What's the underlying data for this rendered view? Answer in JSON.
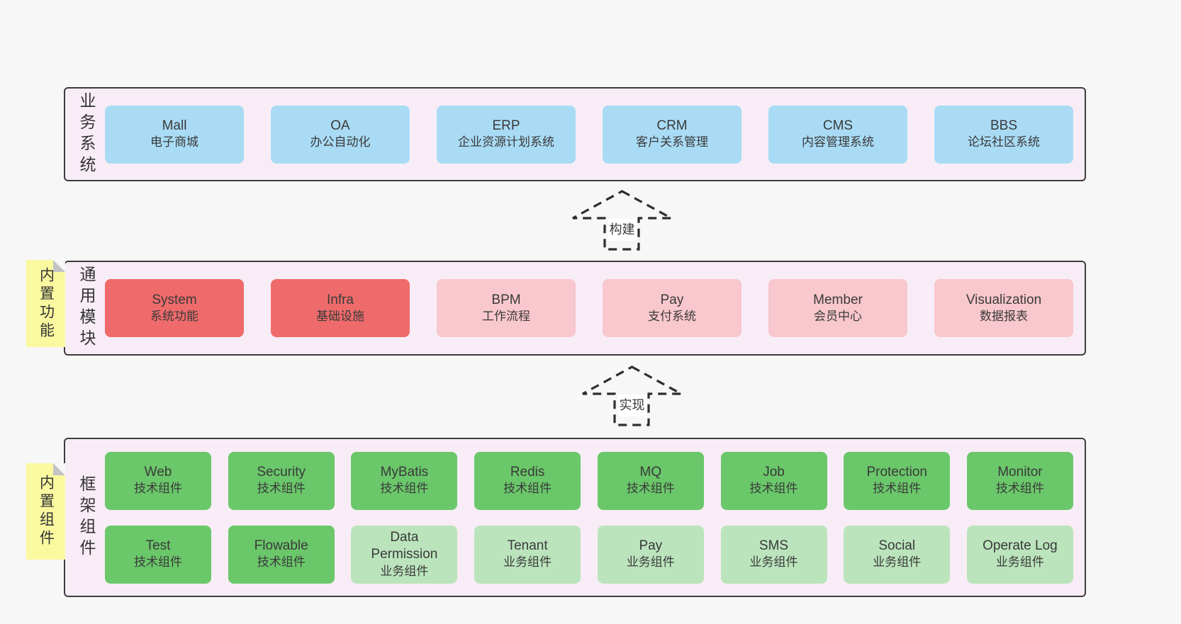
{
  "diagram": {
    "background": "#f7f7f7",
    "colors": {
      "layer_background": "#f8edf6",
      "layer_border": "#3d3d3d",
      "blue_box": "#a9dbf5",
      "red_box": "#ef6b6b",
      "pink_box": "#f9c7ce",
      "green_box": "#6ac76a",
      "light_green_box": "#bbe4bc",
      "sticky_note": "#fbf9a0",
      "sticky_fold": "#c3c3c5",
      "text": "#3a3a3a"
    }
  },
  "arrows": [
    {
      "label": "构建"
    },
    {
      "label": "实现"
    }
  ],
  "layers": [
    {
      "label": "业务系统",
      "boxes": [
        {
          "name": "Mall",
          "sub": "电子商城"
        },
        {
          "name": "OA",
          "sub": "办公自动化"
        },
        {
          "name": "ERP",
          "sub": "企业资源计划系统"
        },
        {
          "name": "CRM",
          "sub": "客户关系管理"
        },
        {
          "name": "CMS",
          "sub": "内容管理系统"
        },
        {
          "name": "BBS",
          "sub": "论坛社区系统"
        }
      ]
    },
    {
      "label": "通用模块",
      "sticky": "内置功能",
      "boxes": [
        {
          "name": "System",
          "sub": "系统功能"
        },
        {
          "name": "Infra",
          "sub": "基础设施"
        },
        {
          "name": "BPM",
          "sub": "工作流程"
        },
        {
          "name": "Pay",
          "sub": "支付系统"
        },
        {
          "name": "Member",
          "sub": "会员中心"
        },
        {
          "name": "Visualization",
          "sub": "数据报表"
        }
      ]
    },
    {
      "label": "框架组件",
      "sticky": "内置组件",
      "rows": [
        [
          {
            "name": "Web",
            "sub": "技术组件"
          },
          {
            "name": "Security",
            "sub": "技术组件"
          },
          {
            "name": "MyBatis",
            "sub": "技术组件"
          },
          {
            "name": "Redis",
            "sub": "技术组件"
          },
          {
            "name": "MQ",
            "sub": "技术组件"
          },
          {
            "name": "Job",
            "sub": "技术组件"
          },
          {
            "name": "Protection",
            "sub": "技术组件"
          },
          {
            "name": "Monitor",
            "sub": "技术组件"
          }
        ],
        [
          {
            "name": "Test",
            "sub": "技术组件"
          },
          {
            "name": "Flowable",
            "sub": "技术组件"
          },
          {
            "name": "Data Permission",
            "sub": "业务组件"
          },
          {
            "name": "Tenant",
            "sub": "业务组件"
          },
          {
            "name": "Pay",
            "sub": "业务组件"
          },
          {
            "name": "SMS",
            "sub": "业务组件"
          },
          {
            "name": "Social",
            "sub": "业务组件"
          },
          {
            "name": "Operate Log",
            "sub": "业务组件"
          }
        ]
      ]
    }
  ]
}
